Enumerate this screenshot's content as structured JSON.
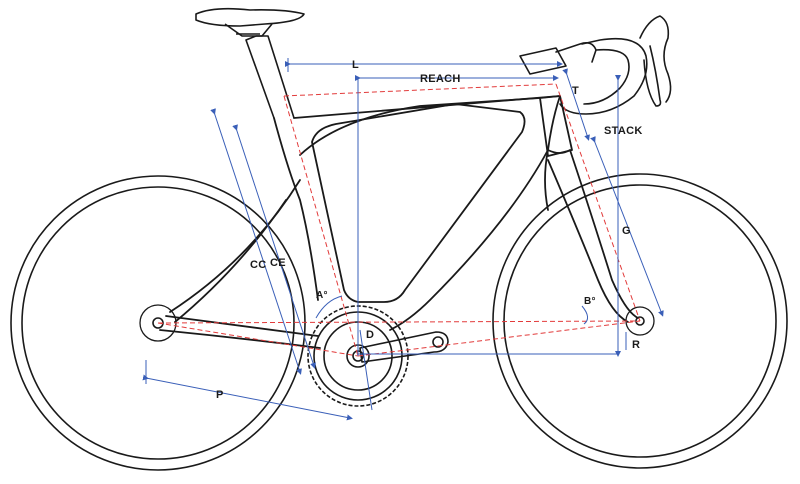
{
  "colors": {
    "frame": "#1a1a1a",
    "dimension": "#3a5fb8",
    "geometry_dashed": "#e23b3b"
  },
  "labels": {
    "L": "L",
    "reach": "REACH",
    "T": "T",
    "stack": "STACK",
    "G": "G",
    "CC": "CC",
    "CE": "CE",
    "A": "A°",
    "B": "B°",
    "D": "D",
    "P": "P",
    "R": "R"
  }
}
